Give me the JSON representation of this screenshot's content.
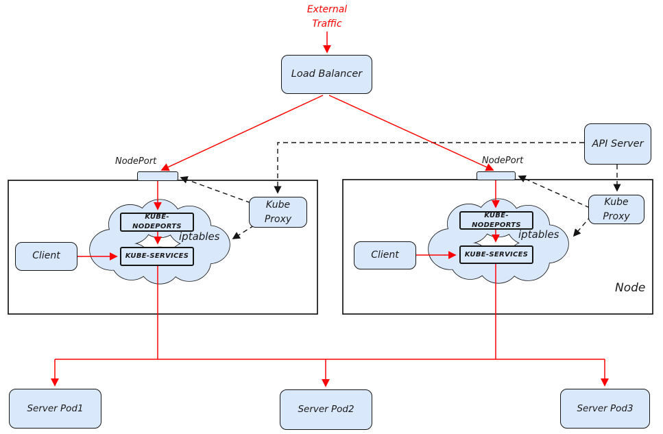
{
  "colors": {
    "box_fill": "#dae8fc",
    "stroke": "#141414",
    "red": "#ff0000"
  },
  "external_traffic_label": "External\nTraffic",
  "load_balancer_label": "Load Balancer",
  "api_server_label": "API Server",
  "nodes": [
    {
      "side": "left",
      "nodeport_label": "NodePort",
      "client_label": "Client",
      "kube_proxy_label": "Kube\nProxy",
      "kube_nodeports_label": "KUBE-NODEPORTS",
      "kube_services_label": "KUBE-SERVICES",
      "iptables_label": "iptables",
      "node_label": ""
    },
    {
      "side": "right",
      "nodeport_label": "NodePort",
      "client_label": "Client",
      "kube_proxy_label": "Kube\nProxy",
      "kube_nodeports_label": "KUBE-NODEPORTS",
      "kube_services_label": "KUBE-SERVICES",
      "iptables_label": "iptables",
      "node_label": "Node"
    }
  ],
  "server_pods": [
    {
      "label": "Server Pod1"
    },
    {
      "label": "Server Pod2"
    },
    {
      "label": "Server Pod3"
    }
  ]
}
